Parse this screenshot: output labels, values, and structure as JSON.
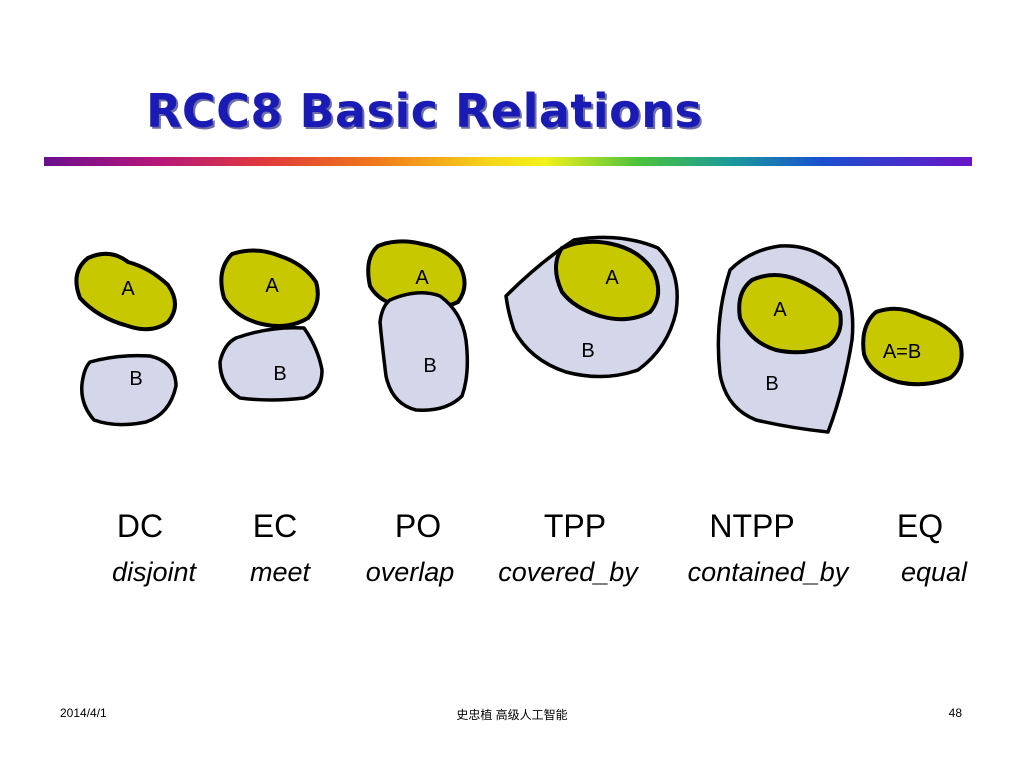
{
  "slide": {
    "title": "RCC8 Basic Relations",
    "footer_date": "2014/4/1",
    "footer_center": "史忠植 高级人工智能",
    "page_number": "48"
  },
  "region_labels": {
    "a": "A",
    "b": "B",
    "eq": "A=B"
  },
  "relations": [
    {
      "code": "DC",
      "name": "disjoint"
    },
    {
      "code": "EC",
      "name": "meet"
    },
    {
      "code": "PO",
      "name": "overlap"
    },
    {
      "code": "TPP",
      "name": "covered_by"
    },
    {
      "code": "NTPP",
      "name": "contained_by"
    },
    {
      "code": "EQ",
      "name": "equal"
    }
  ],
  "colors": {
    "title": "#1a1ab4",
    "region_a_fill": "#c8c800",
    "region_b_fill": "#d4d6ea"
  }
}
